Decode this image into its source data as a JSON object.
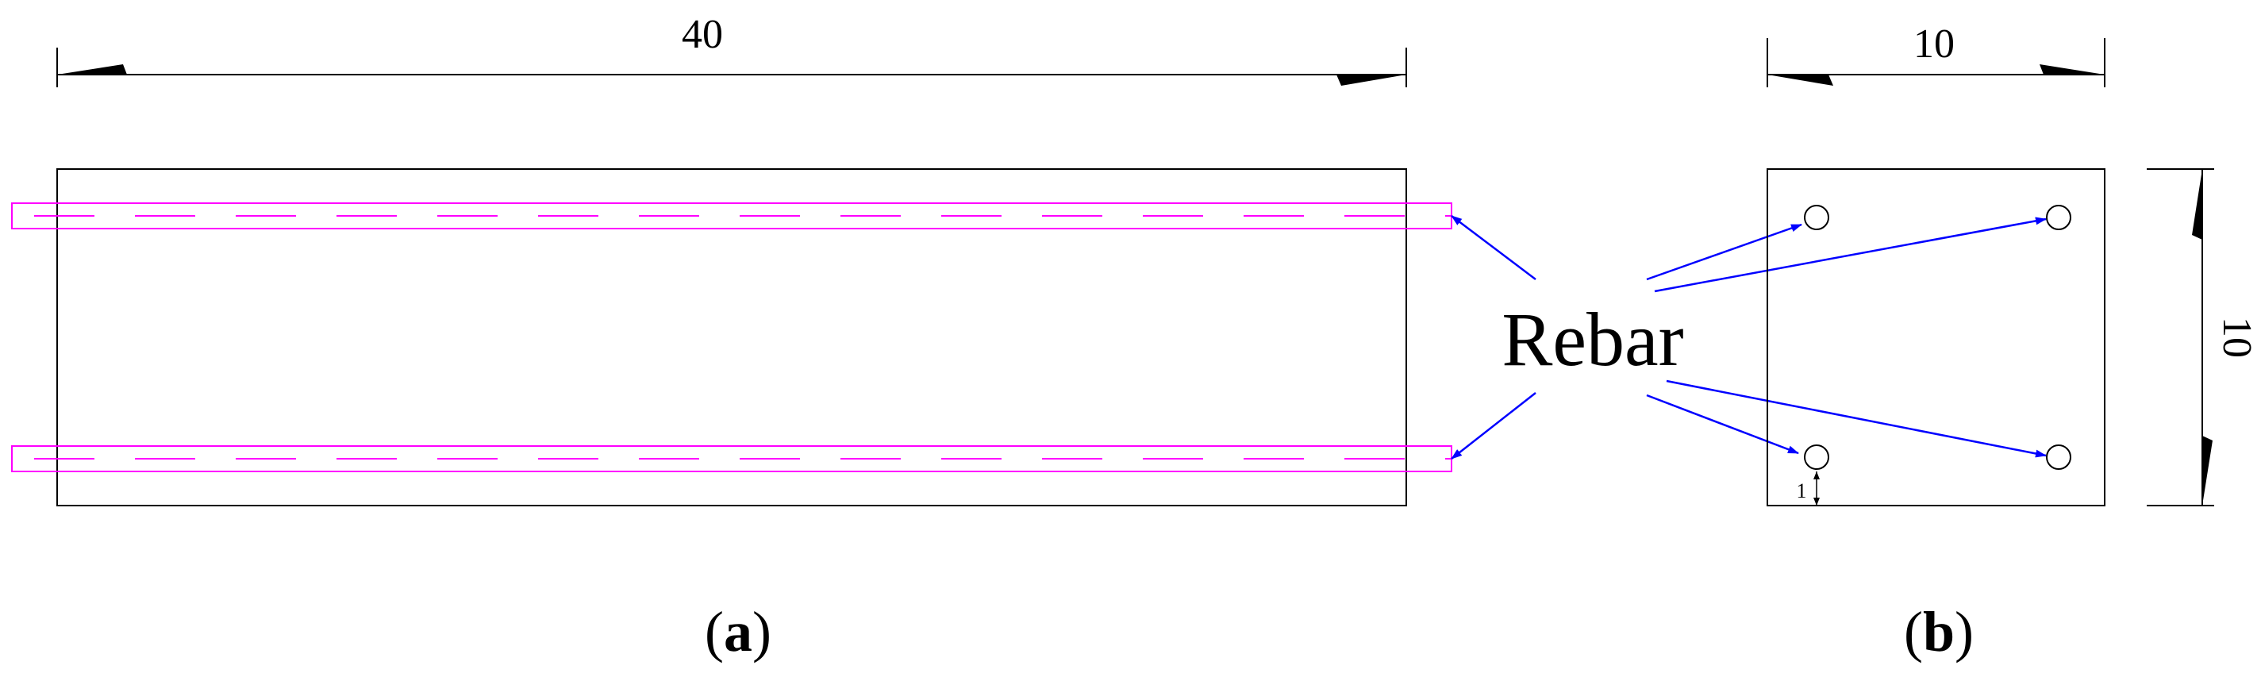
{
  "panel_a": {
    "length_dim": "40",
    "label_open": "(",
    "label_letter": "a",
    "label_close": ")"
  },
  "panel_b": {
    "width_dim": "10",
    "height_dim": "10",
    "cover_dim": "1",
    "label_open": "(",
    "label_letter": "b",
    "label_close": ")"
  },
  "callout": {
    "text": "Rebar"
  },
  "colors": {
    "outline": "#000000",
    "rebar_dashed": "#ff00ff",
    "arrow": "#0000ff"
  }
}
